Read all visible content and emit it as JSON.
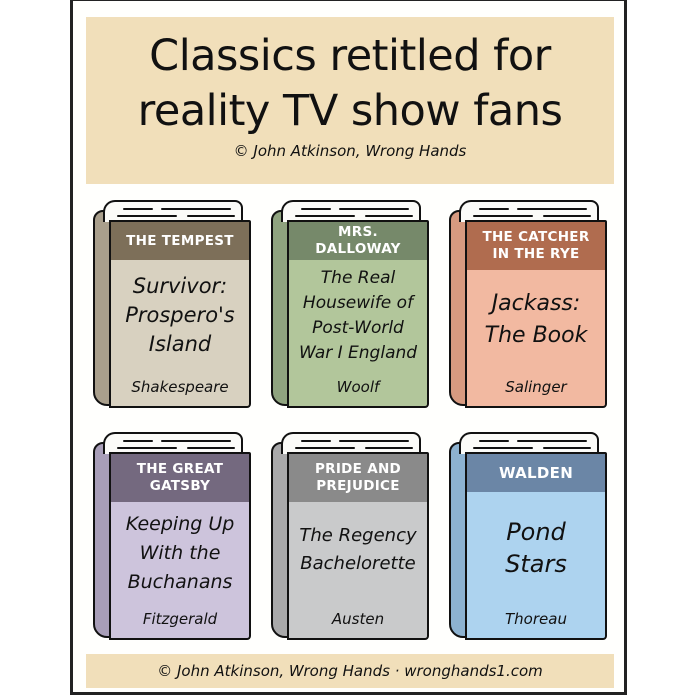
{
  "header": {
    "title_line1": "Classics retitled for",
    "title_line2": "reality TV show fans",
    "credit": "© John Atkinson, Wrong Hands"
  },
  "books": [
    {
      "original": "THE TEMPEST",
      "new_title": [
        "Survivor:",
        "Prospero's",
        "Island"
      ],
      "author": "Shakespeare",
      "band_color": "#7d6f59",
      "cover_color": "#d8d1c0",
      "side_color": "#a99f8c"
    },
    {
      "original": "MRS. DALLOWAY",
      "new_title": [
        "The Real",
        "Housewife of",
        "Post-World",
        "War I England"
      ],
      "author": "Woolf",
      "band_color": "#76896a",
      "cover_color": "#b2c69b",
      "side_color": "#8fa37f"
    },
    {
      "original_lines": [
        "THE CATCHER",
        "IN THE RYE"
      ],
      "new_title": [
        "Jackass:",
        "The Book"
      ],
      "author": "Salinger",
      "band_color": "#b06c4f",
      "cover_color": "#f2b9a1",
      "side_color": "#d79a80"
    },
    {
      "original_lines": [
        "THE GREAT",
        "GATSBY"
      ],
      "new_title": [
        "Keeping Up",
        "With the",
        "Buchanans"
      ],
      "author": "Fitzgerald",
      "band_color": "#74697f",
      "cover_color": "#cdc4dc",
      "side_color": "#a89eb8"
    },
    {
      "original_lines": [
        "PRIDE AND",
        "PREJUDICE"
      ],
      "new_title": [
        "The Regency",
        "Bachelorette"
      ],
      "author": "Austen",
      "band_color": "#8a8a8a",
      "cover_color": "#c9cacb",
      "side_color": "#a9a9aa"
    },
    {
      "original": "WALDEN",
      "new_title": [
        "Pond",
        "Stars"
      ],
      "author": "Thoreau",
      "band_color": "#6b86a6",
      "cover_color": "#add3ef",
      "side_color": "#8db2d0"
    }
  ],
  "footer": {
    "text": "© John Atkinson, Wrong Hands · wronghands1.com"
  },
  "colors": {
    "banner": "#f1dfba",
    "frame": "#222222"
  }
}
